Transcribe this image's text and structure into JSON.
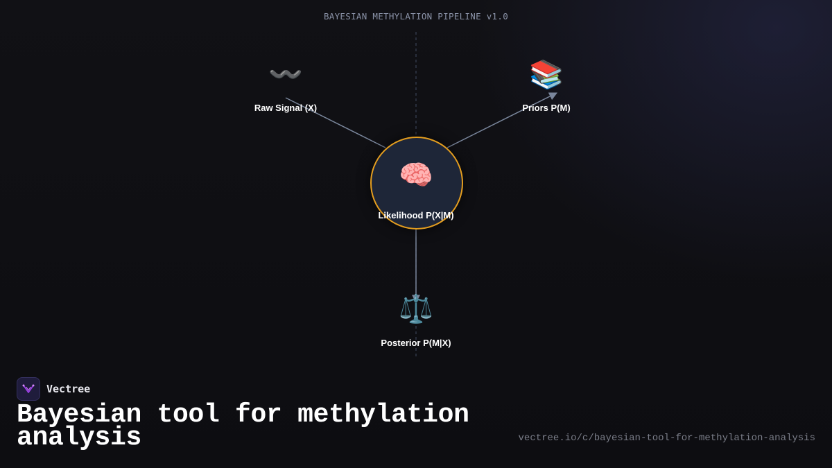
{
  "header": {
    "label": "BAYESIAN METHYLATION PIPELINE v1.0"
  },
  "diagram": {
    "nodes": {
      "raw_signal": {
        "label": "Raw Signal (X)",
        "icon": "〰️",
        "icon_name": "wave-icon"
      },
      "priors": {
        "label": "Priors P(M)",
        "icon": "📚",
        "icon_name": "books-icon"
      },
      "likelihood": {
        "label": "Likelihood P(X|M)",
        "icon": "🧠",
        "icon_name": "brain-icon"
      },
      "posterior": {
        "label": "Posterior P(M|X)",
        "icon": "⚖️",
        "icon_name": "balance-scale-icon"
      }
    },
    "edges": [
      {
        "from": "raw_signal",
        "to": "likelihood",
        "arrow": false
      },
      {
        "from": "likelihood",
        "to": "priors",
        "arrow": true
      },
      {
        "from": "likelihood",
        "to": "posterior",
        "arrow": true
      }
    ],
    "colors": {
      "center_border": "#e59e1f",
      "center_fill": "#1e2638",
      "edge": "#7a869c",
      "guide": "#3a4256"
    }
  },
  "brand": {
    "name": "Vectree",
    "logo_icon": "vectree-logo-icon",
    "accent": "#9b3fe6"
  },
  "footer": {
    "title": "Bayesian tool for methylation analysis",
    "url": "vectree.io/c/bayesian-tool-for-methylation-analysis"
  }
}
